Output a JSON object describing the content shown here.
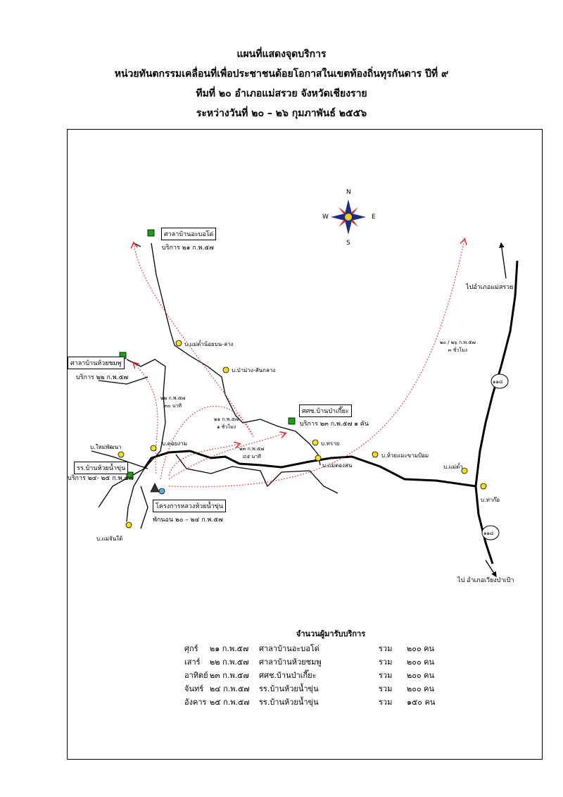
{
  "title": {
    "line1": "แผนที่แสดงจุดบริการ",
    "line2": "หน่วยทันตกรรมเคลื่อนที่เพื่อประชาชนด้อยโอกาสในเขตท้องถิ่นทุรกันดาร   ปีที่ ๙",
    "line3": "ทีมที่ ๒๐   อำเภอแม่สรวย   จังหวัดเชียงราย",
    "line4": "ระหว่างวันที่ ๒๐ – ๒๖ กุมภาพันธ์ ๒๕๕๖"
  },
  "compass": {
    "n": "N",
    "s": "S",
    "e": "E",
    "w": "W"
  },
  "sites": [
    {
      "name": "ศาลาบ้านอะบอโด่",
      "service": "บริการ ๒๑ ก.พ.๕๗"
    },
    {
      "name": "ศาลาบ้านห้วยชมพู",
      "service": "บริการ ๒๒ ก.พ.๕๗"
    },
    {
      "name": "ศศช.บ้านป่าเกี๊ยะ",
      "service": "บริการ ๒๓ ก.พ.๕๗  ๑ คัน"
    },
    {
      "name": "รร.บ้านห้วยน้ำขุ่น",
      "service": "บริการ ๒๔- ๒๕ ก.พ.๕๗"
    },
    {
      "name": "โครงการหลวงห้วยน้ำขุ่น",
      "service": "พักนอน ๒๐ – ๒๔ ก.พ.๕๗"
    }
  ],
  "villages": [
    "บ.แม่ต๋ำน้อยบน-ล่าง",
    "บ.ป่าม่วง-สันกลาง",
    "บ.ทราย",
    "บ.แม่ตองสน",
    "บ.ห้วยแมะขามป้อม",
    "บ.ดอยงาม",
    "บ.ใหม่พัฒนา",
    "บ.แม่จันใต้",
    "บ.แม่ต๋ำ",
    "บ.ท่าก๊อ"
  ],
  "routes": [
    {
      "date": "๒๒ ก.พ.๕๗",
      "time": "๓๐ นาที"
    },
    {
      "date": "๒๑ ก.พ.๕๗",
      "time": "๑ ชั่วโมง"
    },
    {
      "date": "๒๓ ก.พ.๕๗",
      "time": "๔๕ นาที"
    },
    {
      "date": "๒๐ / ๒๖ ก.พ.๕๗",
      "time": "๓ ชั่วโมง"
    }
  ],
  "road_number": "๑๑๘",
  "directions": {
    "north": "ไปอำเภอแม่สรวย",
    "south": "ไป อำเภอเวียงป่าเป้า"
  },
  "route_color": "#e8202a",
  "summary": {
    "heading": "จำนวนผู้มารับบริการ",
    "rows": [
      [
        "ศุกร์",
        "๒๑ ก.พ.๕๗",
        "ศาลาบ้านอะบอโด่",
        "รวม",
        "๒๐๐ คน"
      ],
      [
        "เสาร์",
        "๒๒ ก.พ.๕๗",
        "ศาลาบ้านห้วยชมพู",
        "รวม",
        "๒๐๐ คน"
      ],
      [
        "อาทิตย์",
        "๒๓ ก.พ.๕๗",
        "ศศช.บ้านป่าเกี๊ยะ",
        "รวม",
        "๒๐๐ คน"
      ],
      [
        "จันทร์",
        "๒๔ ก.พ.๕๗",
        "รร.บ้านห้วยน้ำขุ่น",
        "รวม",
        "๒๐๐ คน"
      ],
      [
        "อังคาร",
        "๒๕ ก.พ.๕๗",
        "รร.บ้านห้วยน้ำขุ่น",
        "รวม",
        "๑๕๐ คน"
      ]
    ]
  }
}
